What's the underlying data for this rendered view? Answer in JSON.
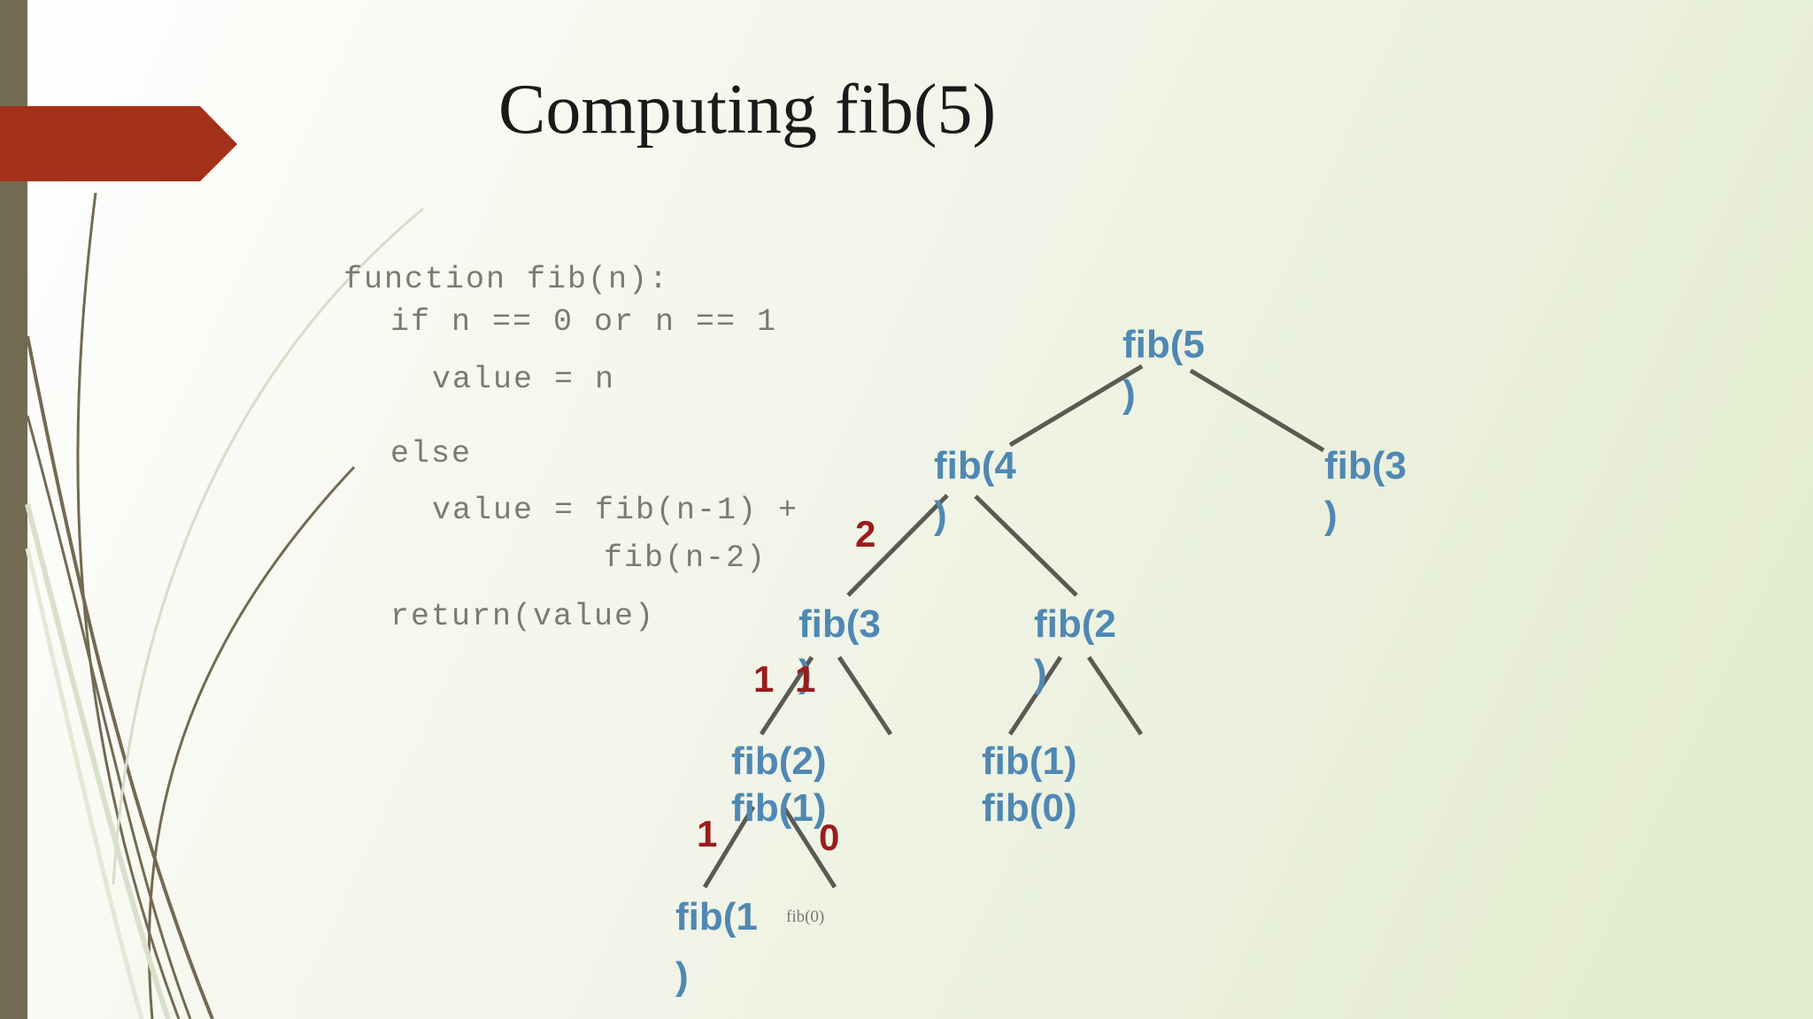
{
  "slide": {
    "title": "Computing fib(5)",
    "accent_color": "#a5301a",
    "bar_color": "#736a52",
    "code": {
      "line1": "function fib(n):",
      "line2": "if n == 0 or n == 1",
      "line3": "value = n",
      "line4": "else",
      "line5": "value = fib(n-1) +",
      "line6": "fib(n-2)",
      "line7": "return(value)"
    },
    "tree": {
      "root_a": "fib(5",
      "root_b": ")",
      "l1_left_a": "fib(4",
      "l1_left_b": ")",
      "l1_right_a": "fib(3",
      "l1_right_b": ")",
      "l2_left_a": "fib(3",
      "l2_left_b": ")",
      "l2_right_a": "fib(2",
      "l2_right_b": ")",
      "l3_left_a": "fib(2)",
      "l3_left_b": "fib(1)",
      "l3_right_a": "fib(1)",
      "l3_right_b": "fib(0)",
      "l4_left_a": "fib(1",
      "l4_left_b": ")",
      "l4_right": "fib(0)"
    },
    "return_values": {
      "fib4": "2",
      "fib3_left": "1",
      "fib3_right": "1",
      "fib2_left": "1",
      "fib2_right": "0"
    }
  }
}
